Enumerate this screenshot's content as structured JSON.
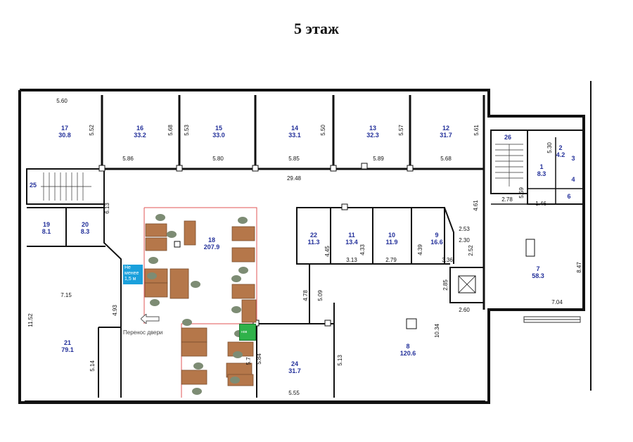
{
  "title": "5 этаж",
  "rooms": [
    {
      "num": "17",
      "area": "30.8"
    },
    {
      "num": "16",
      "area": "33.2"
    },
    {
      "num": "15",
      "area": "33.0"
    },
    {
      "num": "14",
      "area": "33.1"
    },
    {
      "num": "13",
      "area": "32.3"
    },
    {
      "num": "12",
      "area": "31.7"
    },
    {
      "num": "25",
      "area": ""
    },
    {
      "num": "26",
      "area": ""
    },
    {
      "num": "19",
      "area": "8.1"
    },
    {
      "num": "20",
      "area": "8.3"
    },
    {
      "num": "18",
      "area": "207.9"
    },
    {
      "num": "22",
      "area": "11.3"
    },
    {
      "num": "11",
      "area": "13.4"
    },
    {
      "num": "10",
      "area": "11.9"
    },
    {
      "num": "9",
      "area": "16.6"
    },
    {
      "num": "21",
      "area": "79.1"
    },
    {
      "num": "24",
      "area": "31.7"
    },
    {
      "num": "8",
      "area": "120.6"
    },
    {
      "num": "7",
      "area": "58.3"
    },
    {
      "num": "1",
      "area": "8.3"
    },
    {
      "num": "2",
      "area": "4.2"
    },
    {
      "num": "3",
      "area": ""
    },
    {
      "num": "4",
      "area": ""
    },
    {
      "num": "6",
      "area": ""
    }
  ],
  "dimensions": [
    "5.60",
    "5.52",
    "5.68",
    "5.53",
    "5.50",
    "5.57",
    "5.61",
    "5.86",
    "5.80",
    "5.85",
    "5.89",
    "5.68",
    "29.48",
    "6.13",
    "4.45",
    "4.33",
    "4.39",
    "2.53",
    "2.30",
    "2.52",
    "3.13",
    "2.79",
    "3.36",
    "4.78",
    "5.09",
    "2.85",
    "2.60",
    "7.15",
    "11.52",
    "4.93",
    "5.14",
    "5.84",
    "5.7",
    "5.13",
    "5.55",
    "10.34",
    "8.47",
    "7.04",
    "4.61",
    "2.78",
    "5.59",
    "1.46",
    "5.30"
  ],
  "notes": {
    "blue_box": "Не менее 1,5 м",
    "door_move": "Перенос двери",
    "green_box": "нов"
  }
}
